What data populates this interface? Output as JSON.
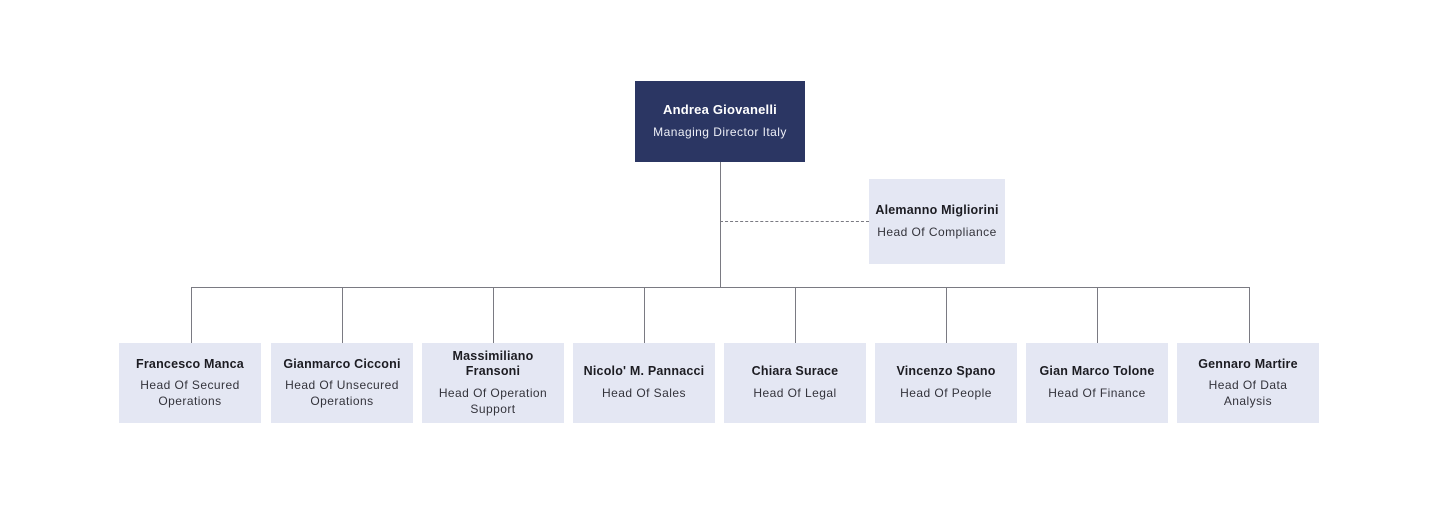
{
  "chart": {
    "type": "org-chart",
    "root": {
      "name": "Andrea Giovanelli",
      "title": "Managing Director Italy",
      "box_color": "#2b3663",
      "text_color": "#ffffff"
    },
    "staff": [
      {
        "name": "Alemanno Migliorini",
        "title": "Head Of Compliance",
        "box_color": "#e4e7f3",
        "link_style": "dashed"
      }
    ],
    "subordinates": [
      {
        "name": "Francesco Manca",
        "title": "Head Of Secured Operations"
      },
      {
        "name": "Gianmarco Cicconi",
        "title": "Head Of Unsecured Operations"
      },
      {
        "name": "Massimiliano Fransoni",
        "title": "Head Of Operation Support"
      },
      {
        "name": "Nicolo' M. Pannacci",
        "title": "Head Of Sales"
      },
      {
        "name": "Chiara Surace",
        "title": "Head Of Legal"
      },
      {
        "name": "Vincenzo Spano",
        "title": "Head Of People"
      },
      {
        "name": "Gian Marco Tolone",
        "title": "Head Of Finance"
      },
      {
        "name": "Gennaro Martire",
        "title": "Head Of Data Analysis"
      }
    ],
    "subordinate_box_color": "#e4e7f3",
    "connector_color": "#7a7a82"
  }
}
